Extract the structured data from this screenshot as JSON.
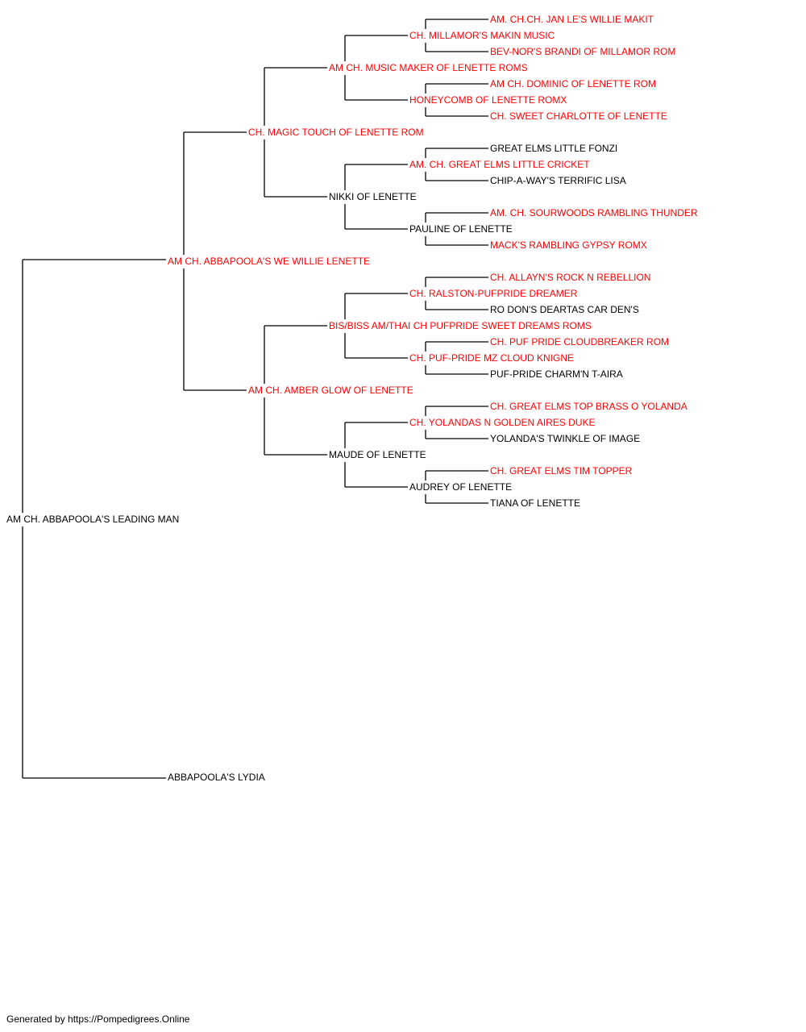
{
  "pedigree": {
    "dog": {
      "name": "AM CH. ABBAPOOLA'S LEADING MAN",
      "titled": false
    },
    "sire": {
      "name": "AM CH. ABBAPOOLA'S WE WILLIE LENETTE",
      "titled": true,
      "sire": {
        "name": "CH. MAGIC TOUCH OF LENETTE ROM",
        "titled": true,
        "sire": {
          "name": "AM CH. MUSIC MAKER OF LENETTE ROMS",
          "titled": true,
          "sire": {
            "name": "CH. MILLAMOR'S MAKIN MUSIC",
            "titled": true,
            "sire": {
              "name": "AM. CH.CH. JAN LE'S WILLIE MAKIT",
              "titled": true
            },
            "dam": {
              "name": "BEV-NOR'S BRANDI OF MILLAMOR ROM",
              "titled": true
            }
          },
          "dam": {
            "name": "HONEYCOMB OF LENETTE ROMX",
            "titled": true,
            "sire": {
              "name": "AM CH. DOMINIC OF LENETTE ROM",
              "titled": true
            },
            "dam": {
              "name": "CH. SWEET CHARLOTTE OF LENETTE",
              "titled": true
            }
          }
        },
        "dam": {
          "name": "NIKKI OF LENETTE",
          "titled": false,
          "sire": {
            "name": "AM. CH. GREAT ELMS LITTLE CRICKET",
            "titled": true,
            "sire": {
              "name": "GREAT ELMS LITTLE FONZI",
              "titled": false
            },
            "dam": {
              "name": "CHIP-A-WAY'S TERRIFIC LISA",
              "titled": false
            }
          },
          "dam": {
            "name": "PAULINE OF LENETTE",
            "titled": false,
            "sire": {
              "name": "AM. CH. SOURWOODS RAMBLING THUNDER",
              "titled": true
            },
            "dam": {
              "name": "MACK'S RAMBLING GYPSY ROMX",
              "titled": true
            }
          }
        }
      },
      "dam": {
        "name": "AM CH. AMBER GLOW OF LENETTE",
        "titled": true,
        "sire": {
          "name": "BIS/BISS AM/THAI CH PUFPRIDE SWEET DREAMS ROMS",
          "titled": true,
          "sire": {
            "name": "CH. RALSTON-PUFPRIDE DREAMER",
            "titled": true,
            "sire": {
              "name": "CH. ALLAYN'S ROCK N REBELLION",
              "titled": true
            },
            "dam": {
              "name": "RO DON'S DEARTAS CAR DEN'S",
              "titled": false
            }
          },
          "dam": {
            "name": "CH. PUF-PRIDE MZ CLOUD KNIGNE",
            "titled": true,
            "sire": {
              "name": "CH. PUF PRIDE CLOUDBREAKER ROM",
              "titled": true
            },
            "dam": {
              "name": "PUF-PRIDE CHARM'N T-AIRA",
              "titled": false
            }
          }
        },
        "dam": {
          "name": "MAUDE OF LENETTE",
          "titled": false,
          "sire": {
            "name": "CH. YOLANDAS N GOLDEN AIRES DUKE",
            "titled": true,
            "sire": {
              "name": "CH. GREAT ELMS TOP BRASS O YOLANDA",
              "titled": true
            },
            "dam": {
              "name": "YOLANDA'S TWINKLE OF IMAGE",
              "titled": false
            }
          },
          "dam": {
            "name": "AUDREY OF LENETTE",
            "titled": false,
            "sire": {
              "name": "CH. GREAT ELMS TIM TOPPER",
              "titled": true
            },
            "dam": {
              "name": "TIANA OF LENETTE",
              "titled": false
            }
          }
        }
      }
    },
    "dam": {
      "name": "ABBAPOOLA'S LYDIA",
      "titled": false
    }
  },
  "footer": "Generated by https://Pompedigrees.Online",
  "colors": {
    "titled": "#ff0000",
    "regular": "#000000",
    "line": "#000000"
  }
}
